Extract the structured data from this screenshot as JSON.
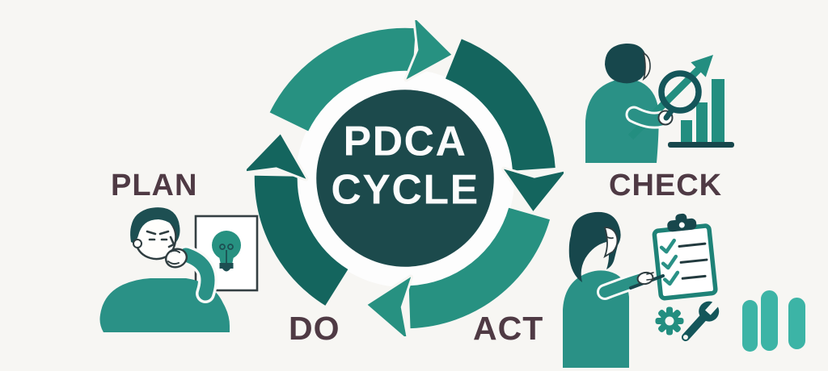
{
  "title": {
    "line1": "PDCA",
    "line2": "CYCLE"
  },
  "labels": {
    "plan": "PLAN",
    "do": "DO",
    "act": "ACT",
    "check": "CHECK"
  },
  "palette": {
    "background": "#f7f6f3",
    "arc_light": "#279181",
    "arc_dark": "#14655e",
    "center_circle": "#1c4a4c",
    "ring_white": "#fdfdfd",
    "title_text": "#fbfbfb",
    "label_text": "#4f3a44",
    "illustration_teal": "#2a9186",
    "illustration_dark_teal": "#17474c",
    "outline": "#2f3d40",
    "logo_teal": "#3cb4a6"
  },
  "icons": {
    "plan_illustration": "thinking-person-with-lightbulb-card",
    "check_illustration": "person-with-magnifying-glass-and-rising-bar-chart",
    "act_illustration": "person-writing-checklist-clipboard-with-gear-and-wrench",
    "logo": "triple-stroke-m-brand-mark"
  }
}
